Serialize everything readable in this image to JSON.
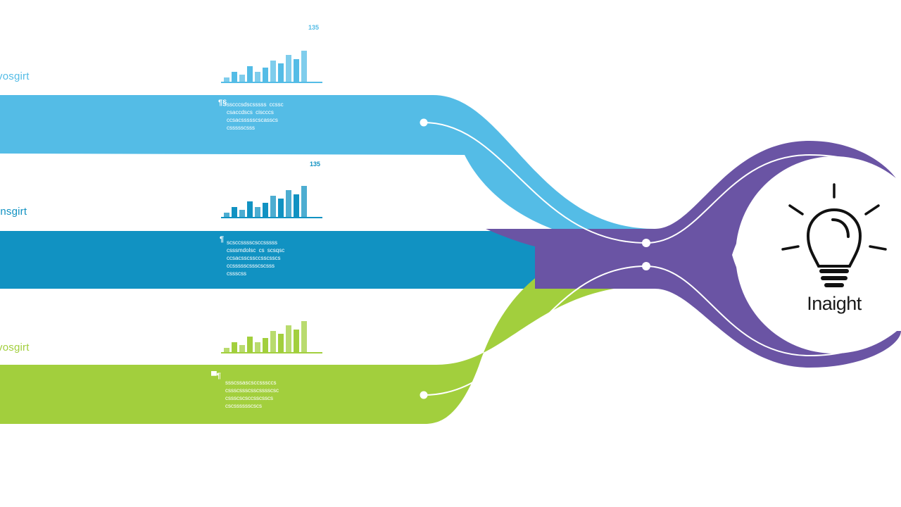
{
  "colors": {
    "blue_light": "#54bce6",
    "blue_dark": "#1192c2",
    "green": "#a2cf3d",
    "purple": "#6a54a4",
    "bulb": "#111111"
  },
  "rows": [
    {
      "side_label": "vosgirt",
      "chart_tag": "135",
      "marker": "¶§",
      "text_lines": [
        "sscccsdscsssss ccssc",
        "csaccdscs ciscccs",
        "ccsacssssscscasscs",
        "cssssscsss"
      ]
    },
    {
      "side_label": "Insgirt",
      "chart_tag": "135",
      "marker": "¶",
      "text_lines": [
        "scsccsssscsccsssss",
        "csssmdolsc cs scsqsc",
        "ccsacsscssccsscsscs",
        "ccssssscssscscsss",
        "cssscss"
      ]
    },
    {
      "side_label": "vosgirt",
      "chart_tag": "",
      "marker": "▀¶",
      "text_lines": [
        "ssscssascsccsssccs",
        "cssscssscsscsssscsc",
        "cssscscsccsscsscs",
        "cscsssssscscs"
      ]
    }
  ],
  "insight_label": "Inaight",
  "icons": [
    "bar-chart-icon",
    "lightbulb-icon"
  ]
}
